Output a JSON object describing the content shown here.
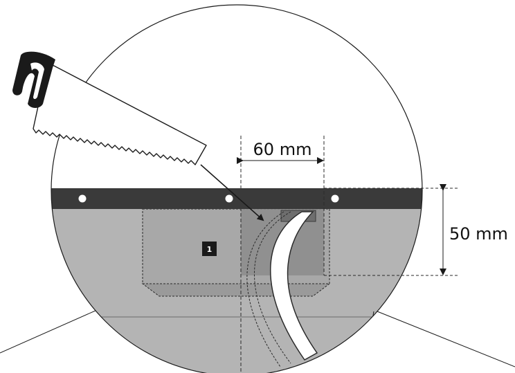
{
  "labels": {
    "width_dimension": "60 mm",
    "height_dimension": "50 mm",
    "part_number": "1"
  },
  "icons": {
    "tool": "handsaw-icon"
  },
  "colors": {
    "wall": "#b4b4b4",
    "strip": "#3a3a3a",
    "box": "#a5a5a5",
    "cutout": "#8a8a8a",
    "line": "#1a1a1a",
    "badge": "#1a1a1a"
  }
}
